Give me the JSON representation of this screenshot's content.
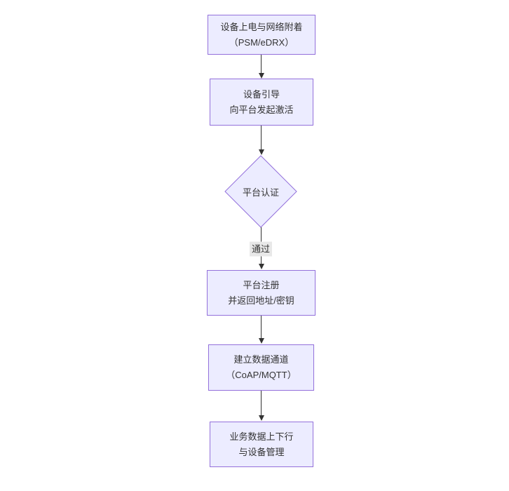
{
  "diagram": {
    "type": "flowchart",
    "direction": "top-down",
    "background": "#ffffff",
    "colors": {
      "node_fill": "#ECECFF",
      "node_border": "#9370DB",
      "node_text": "#333333",
      "edge_line": "#333333",
      "edge_label_bg": "#e8e8e8",
      "edge_label_text": "#333333"
    },
    "nodes": [
      {
        "id": "power-attach",
        "shape": "rectangle",
        "lines": [
          "设备上电与网络附着",
          "（PSM/eDRX）"
        ]
      },
      {
        "id": "bootstrap",
        "shape": "rectangle",
        "lines": [
          "设备引导",
          "向平台发起激活"
        ]
      },
      {
        "id": "platform-auth",
        "shape": "diamond",
        "lines": [
          "平台认证"
        ]
      },
      {
        "id": "platform-register",
        "shape": "rectangle",
        "lines": [
          "平台注册",
          "并返回地址/密钥"
        ]
      },
      {
        "id": "data-channel",
        "shape": "rectangle",
        "lines": [
          "建立数据通道",
          "（CoAP/MQTT）"
        ]
      },
      {
        "id": "business-data",
        "shape": "rectangle",
        "lines": [
          "业务数据上下行",
          "与设备管理"
        ]
      }
    ],
    "edges": [
      {
        "from": "power-attach",
        "to": "bootstrap",
        "label": ""
      },
      {
        "from": "bootstrap",
        "to": "platform-auth",
        "label": ""
      },
      {
        "from": "platform-auth",
        "to": "platform-register",
        "label": "通过"
      },
      {
        "from": "platform-register",
        "to": "data-channel",
        "label": ""
      },
      {
        "from": "data-channel",
        "to": "business-data",
        "label": ""
      }
    ]
  }
}
